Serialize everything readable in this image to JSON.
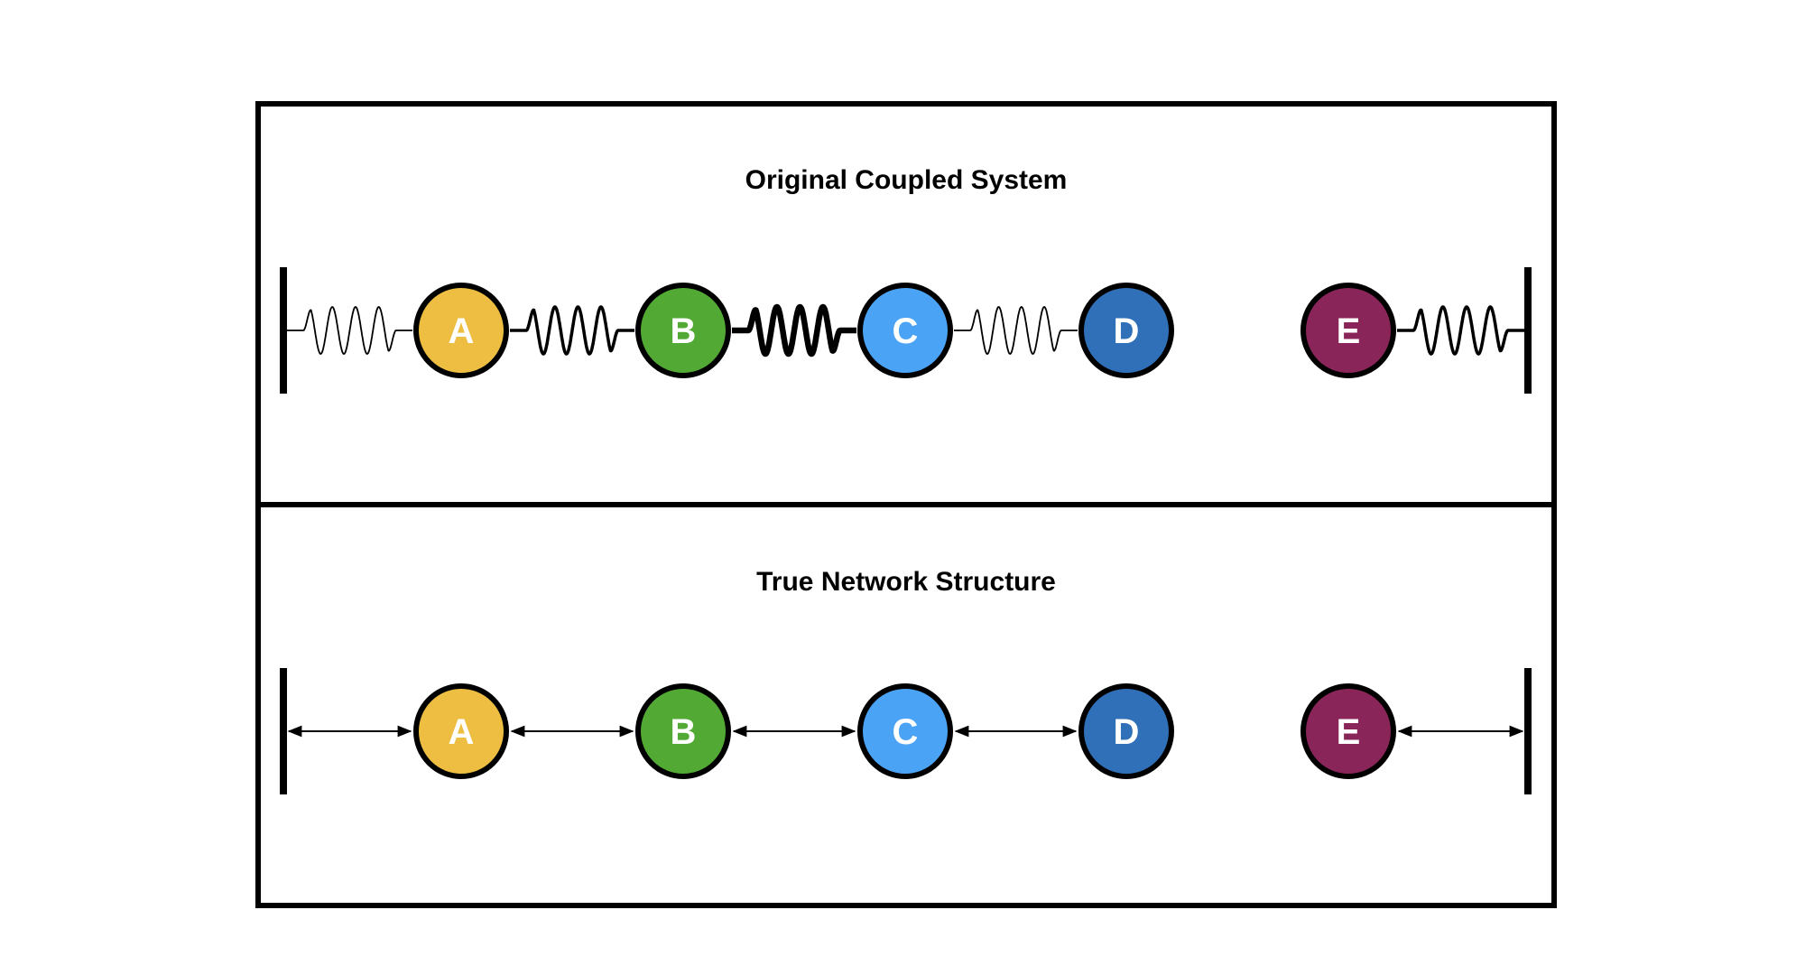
{
  "panels": [
    {
      "id": "coupled",
      "title": "Original Coupled System",
      "link_type": "spring"
    },
    {
      "id": "network",
      "title": "True Network Structure",
      "link_type": "arrow"
    }
  ],
  "nodes": [
    {
      "label": "A",
      "color": "#EDBE42"
    },
    {
      "label": "B",
      "color": "#52AA35"
    },
    {
      "label": "C",
      "color": "#4AA3F4"
    },
    {
      "label": "D",
      "color": "#3070B8"
    },
    {
      "label": "E",
      "color": "#8A2559"
    }
  ],
  "links": [
    {
      "from": "left-wall",
      "to": "A",
      "strength": "weak"
    },
    {
      "from": "A",
      "to": "B",
      "strength": "medium"
    },
    {
      "from": "B",
      "to": "C",
      "strength": "strong"
    },
    {
      "from": "C",
      "to": "D",
      "strength": "weak"
    },
    {
      "from": "E",
      "to": "right-wall",
      "strength": "medium"
    }
  ]
}
